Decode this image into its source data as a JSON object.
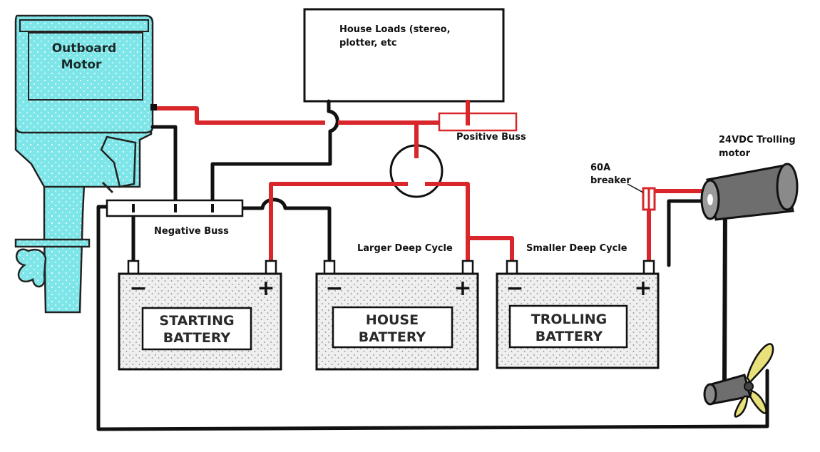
{
  "labels": {
    "outboard_line1": "Outboard",
    "outboard_line2": "Motor",
    "house_loads_line1": "House Loads (stereo,",
    "house_loads_line2": "plotter, etc",
    "positive_buss": "Positive Buss",
    "negative_buss": "Negative Buss",
    "larger_deep_cycle": "Larger Deep Cycle",
    "smaller_deep_cycle": "Smaller Deep Cycle",
    "breaker_line1": "60A",
    "breaker_line2": "breaker",
    "trolling_line1": "24VDC Trolling",
    "trolling_line2": "motor"
  },
  "batteries": [
    {
      "line1": "STARTING",
      "line2": "BATTERY",
      "neg": "−",
      "pos": "+"
    },
    {
      "line1": "HOUSE",
      "line2": "BATTERY",
      "neg": "−",
      "pos": "+"
    },
    {
      "line1": "TROLLING",
      "line2": "BATTERY",
      "neg": "−",
      "pos": "+"
    }
  ],
  "colors": {
    "positive_wire": "#d8262b",
    "negative_wire": "#111111",
    "outboard_fill": "#7ee6e8",
    "battery_fill": "#efefef"
  }
}
